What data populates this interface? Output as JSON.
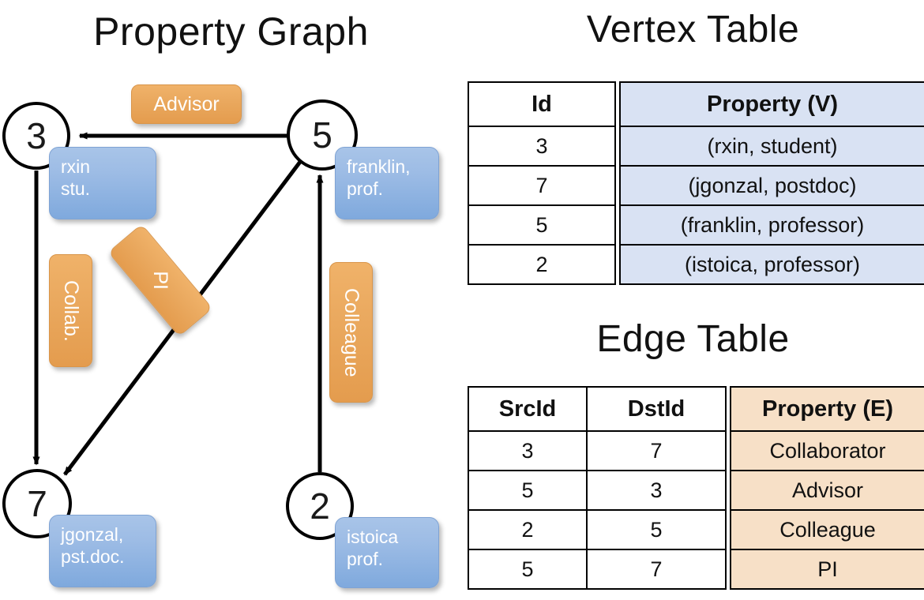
{
  "titles": {
    "property_graph": "Property Graph",
    "vertex_table": "Vertex Table",
    "edge_table": "Edge Table"
  },
  "colors": {
    "vertex_accent_fill": "#d9e2f3",
    "edge_accent_fill": "#f7e0c7",
    "property_box_blue": "#9dbce5",
    "edge_label_orange": "#eaa95f",
    "stroke": "#000000",
    "background": "#ffffff"
  },
  "graph": {
    "vertices": [
      {
        "id": "3",
        "property_lines": [
          "rxin",
          "stu."
        ]
      },
      {
        "id": "5",
        "property_lines": [
          "franklin,",
          "prof."
        ]
      },
      {
        "id": "7",
        "property_lines": [
          "jgonzal,",
          "pst.doc."
        ]
      },
      {
        "id": "2",
        "property_lines": [
          "istoica",
          "prof."
        ]
      }
    ],
    "edge_labels": [
      {
        "name": "advisor",
        "text": "Advisor",
        "orientation": "horizontal"
      },
      {
        "name": "collab",
        "text": "Collab.",
        "orientation": "vertical"
      },
      {
        "name": "pi",
        "text": "PI",
        "orientation": "diagonal"
      },
      {
        "name": "colleague",
        "text": "Colleague",
        "orientation": "vertical"
      }
    ],
    "edges": [
      {
        "from": "5",
        "to": "3",
        "label": "Advisor"
      },
      {
        "from": "3",
        "to": "7",
        "label": "Collab."
      },
      {
        "from": "5",
        "to": "7",
        "label": "PI"
      },
      {
        "from": "2",
        "to": "5",
        "label": "Colleague"
      }
    ]
  },
  "vertex_table": {
    "headers": [
      "Id",
      "Property (V)"
    ],
    "rows": [
      {
        "id": "3",
        "property": "(rxin, student)"
      },
      {
        "id": "7",
        "property": "(jgonzal, postdoc)"
      },
      {
        "id": "5",
        "property": "(franklin, professor)"
      },
      {
        "id": "2",
        "property": "(istoica, professor)"
      }
    ]
  },
  "edge_table": {
    "headers": [
      "SrcId",
      "DstId",
      "Property (E)"
    ],
    "rows": [
      {
        "src": "3",
        "dst": "7",
        "property": "Collaborator"
      },
      {
        "src": "5",
        "dst": "3",
        "property": "Advisor"
      },
      {
        "src": "2",
        "dst": "5",
        "property": "Colleague"
      },
      {
        "src": "5",
        "dst": "7",
        "property": "PI"
      }
    ]
  }
}
